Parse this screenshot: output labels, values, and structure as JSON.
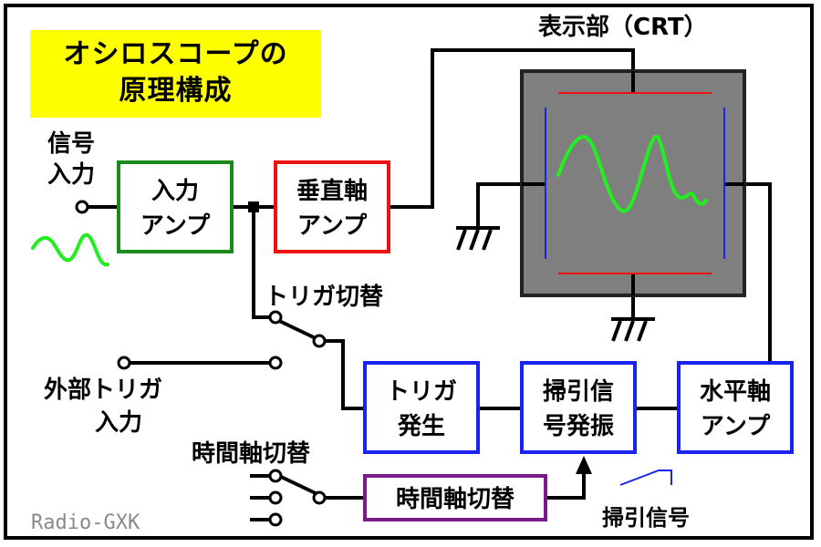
{
  "title": {
    "line1": "オシロスコープの",
    "line2": "原理構成"
  },
  "labels": {
    "signal_input_l1": "信号",
    "signal_input_l2": "入力",
    "crt": "表示部（CRT）",
    "trigger_switch": "トリガ切替",
    "external_trigger_l1": "外部トリガ",
    "external_trigger_l2": "入力",
    "timebase_switch": "時間軸切替",
    "sweep_signal": "掃引信号",
    "watermark": "Radio-GXK"
  },
  "blocks": {
    "input_amp": {
      "l1": "入力",
      "l2": "アンプ",
      "color": "#1a8a1a"
    },
    "vertical_amp": {
      "l1": "垂直軸",
      "l2": "アンプ",
      "color": "#ee1111"
    },
    "trigger_gen": {
      "l1": "トリガ",
      "l2": "発生",
      "color": "#1a22ee"
    },
    "sweep_osc": {
      "l1": "掃引信",
      "l2": "号発振",
      "color": "#1a22ee"
    },
    "horizontal_amp": {
      "l1": "水平軸",
      "l2": "アンプ",
      "color": "#1a22ee"
    },
    "timebase_box": {
      "label": "時間軸切替",
      "color": "#7a1a8a"
    }
  },
  "colors": {
    "title_bg": "#ffff00",
    "crt_bg": "#7f7f7f",
    "trace": "#22ee22",
    "plate_h": "#ee1111",
    "plate_v": "#1a22ee"
  }
}
